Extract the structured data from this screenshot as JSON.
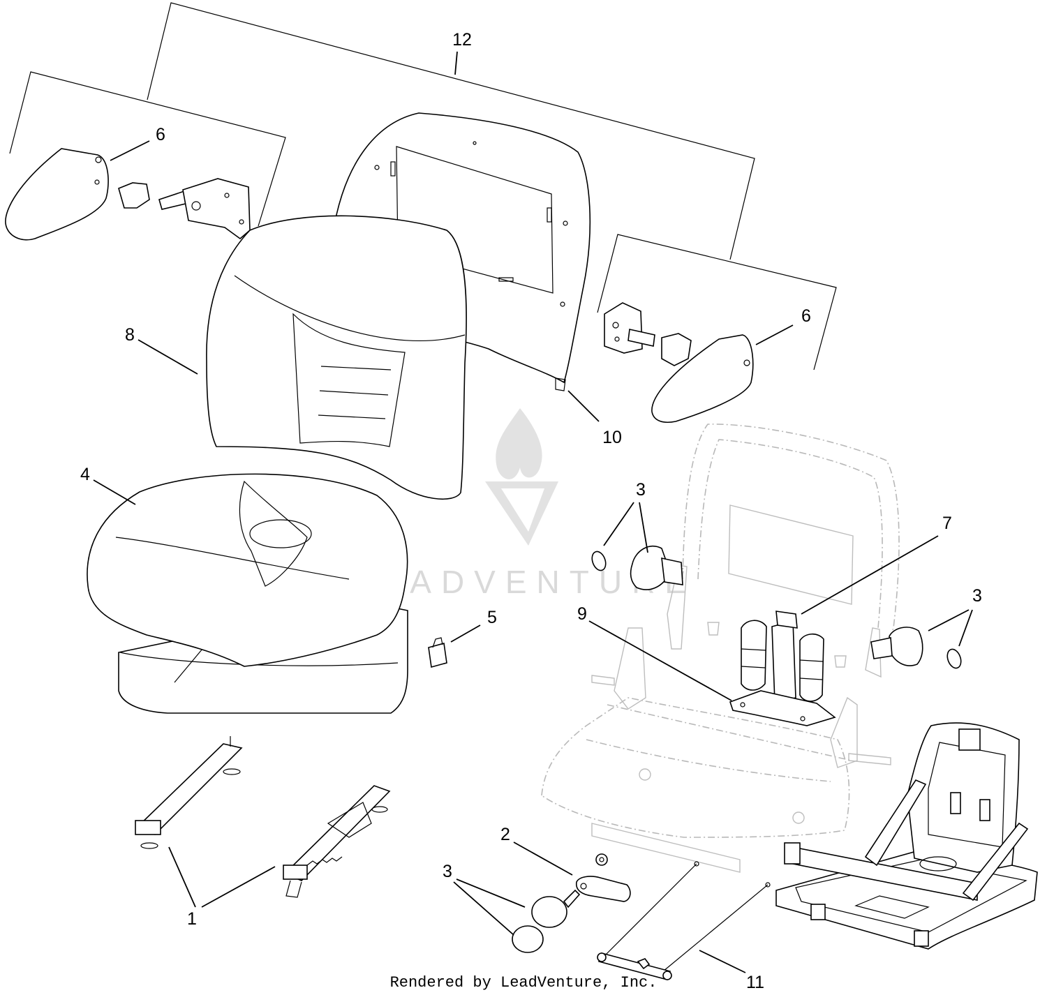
{
  "diagram": {
    "callouts": {
      "c12": "12",
      "c6_left": "6",
      "c6_right": "6",
      "c8": "8",
      "c10": "10",
      "c4": "4",
      "c3_top": "3",
      "c7": "7",
      "c3_right": "3",
      "c9": "9",
      "c5": "5",
      "c2": "2",
      "c3_bottom": "3",
      "c1": "1",
      "c11": "11"
    },
    "watermark_text": "LEADVENTURE",
    "footer_text": "Rendered by LeadVenture, Inc."
  },
  "colors": {
    "line": "#000000",
    "ghost_line": "#b8b8b8",
    "watermark": "#d9d9d9",
    "background": "#ffffff"
  }
}
